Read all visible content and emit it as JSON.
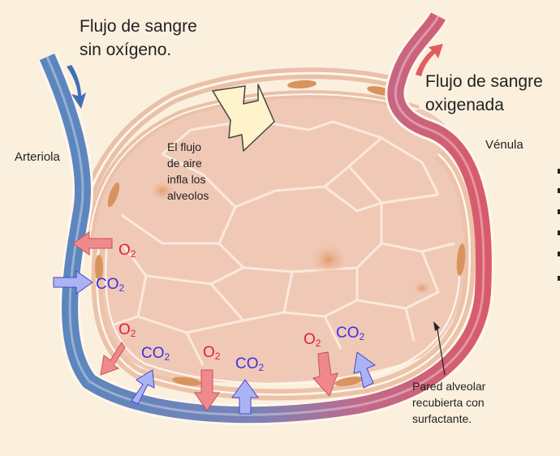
{
  "labels": {
    "sin_oxigeno_line1": "Flujo de sangre",
    "sin_oxigeno_line2": "sin oxígeno.",
    "oxigenada_line1": "Flujo de sangre",
    "oxigenada_line2": "oxigenada",
    "arteriola": "Arteriola",
    "venula": "Vénula",
    "aire_line1": "El flujo",
    "aire_line2": "de aire",
    "aire_line3": "infla los",
    "aire_line4": "alveolos",
    "pared_line1": "Pared alveolar",
    "pared_line2": "recubierta con",
    "pared_line3": "surfactante."
  },
  "gas": {
    "o2_base": "O",
    "co2_base": "CO",
    "subscript": "2"
  },
  "colors": {
    "background": "#fbf0dd",
    "alveolus_fill": "#f0c9b6",
    "vein_blue": "#5b86be",
    "artery_red": "#d95a6a",
    "o2_arrow": "#f08a8a",
    "co2_arrow": "#aab4f5",
    "o2_text": "#e0203a",
    "co2_text": "#3b30e6"
  },
  "icons": [
    "blood-flow-arrow-icon",
    "air-flow-arrow-icon",
    "o2-arrow-icon",
    "co2-arrow-icon"
  ]
}
